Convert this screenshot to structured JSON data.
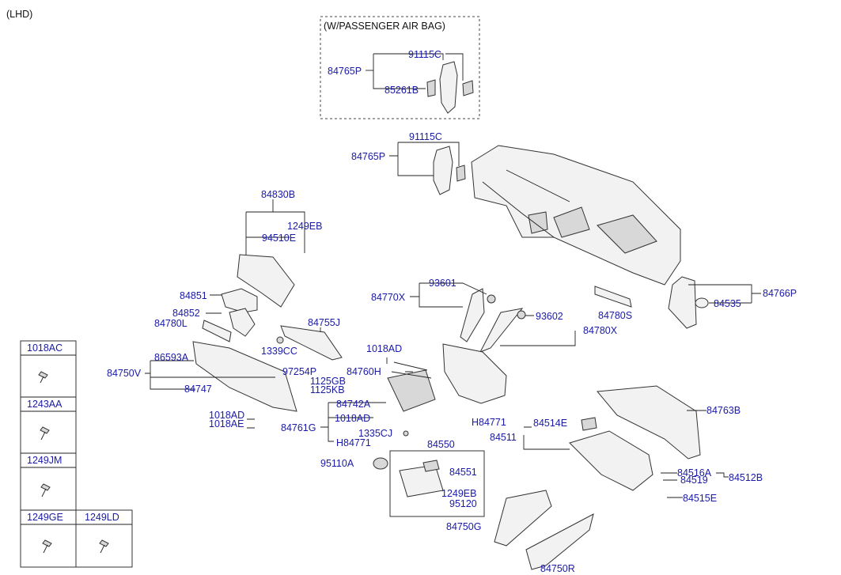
{
  "variant_label": "(LHD)",
  "airbag_box_title": "(W/PASSENGER AIR BAG)",
  "part_labels": {
    "p91115C_top": "91115C",
    "p84765P_top": "84765P",
    "p85261B": "85261B",
    "p91115C": "91115C",
    "p84765P": "84765P",
    "p84830B": "84830B",
    "p1249EB": "1249EB",
    "p94510E": "94510E",
    "p84851": "84851",
    "p84852": "84852",
    "p84780L": "84780L",
    "p84755J": "84755J",
    "p86593A": "86593A",
    "p1339CC": "1339CC",
    "p84750V": "84750V",
    "p97254P": "97254P",
    "p1125GB": "1125GB",
    "p1125KB": "1125KB",
    "p84747": "84747",
    "p1018AD_left": "1018AD",
    "p1018AE": "1018AE",
    "p93601": "93601",
    "p84770X": "84770X",
    "p93602": "93602",
    "p84780X": "84780X",
    "p84780S": "84780S",
    "p84535": "84535",
    "p84766P": "84766P",
    "p1018AD_mid": "1018AD",
    "p84760H": "84760H",
    "p84742A": "84742A",
    "p1018AD_mid2": "1018AD",
    "p84761G": "84761G",
    "pH84771_right": "H84771",
    "pH84771_left": "H84771",
    "p1335CJ": "1335CJ",
    "p84550": "84550",
    "p95110A": "95110A",
    "p84551": "84551",
    "p1249EB_low": "1249EB",
    "p95120": "95120",
    "p84750G": "84750G",
    "p84750R": "84750R",
    "p84763B": "84763B",
    "p84514E": "84514E",
    "p84511": "84511",
    "p84516A": "84516A",
    "p84519": "84519",
    "p84512B": "84512B",
    "p84515E": "84515E"
  },
  "fastener_table": {
    "cells": [
      "1018AC",
      "1243AA",
      "1249JM",
      "1249GE",
      "1249LD"
    ]
  }
}
